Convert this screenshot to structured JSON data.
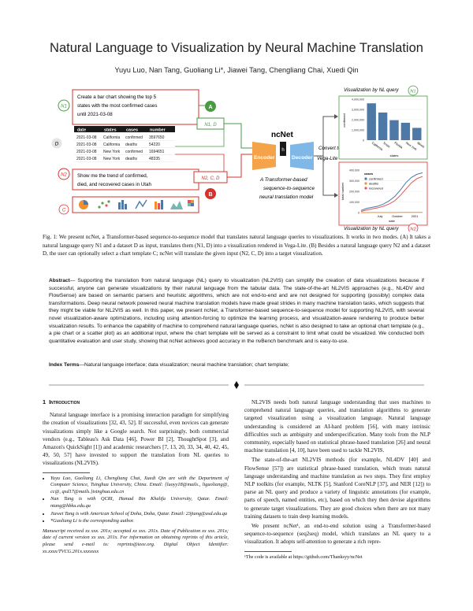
{
  "title": "Natural Language to Visualization by Neural Machine Translation",
  "authors": "Yuyu Luo, Nan Tang, Guoliang Li*, Jiawei Tang, Chengliang Chai, Xuedi Qin",
  "figure": {
    "nl1_query": [
      "Create a bar chart showing the top 5",
      "states with the most confirmed cases",
      "until 2021-03-08"
    ],
    "nl1_badge": "N1",
    "nl2_query": [
      "Show me the trend of confirmed,",
      "died, and recovered cases in Utah"
    ],
    "nl2_badge": "N2",
    "table_label": "D",
    "template_label": "C",
    "mode_a": "A",
    "mode_b": "B",
    "box_a": "N1, D",
    "box_b": "N2, C, D",
    "table": {
      "headers": [
        "date",
        "states",
        "cases",
        "number"
      ],
      "rows": [
        [
          "2021-03-08",
          "California",
          "confirmed",
          "3597650"
        ],
        [
          "2021-03-08",
          "California",
          "deaths",
          "54220"
        ],
        [
          "2021-03-08",
          "New York",
          "confirmed",
          "1694651"
        ],
        [
          "2021-03-08",
          "New York",
          "deaths",
          "48335"
        ]
      ]
    },
    "model_name": "ncNet",
    "encoder": "Encoder",
    "decoder": "Decoder",
    "h_label": "h",
    "model_desc": [
      "A Transformer-based",
      "sequence-to-sequence",
      "neural translation model"
    ],
    "convert_label": [
      "Convert to",
      "Vega-Lite"
    ],
    "vis_by_nl_top": "Visualization by NL query",
    "vis_by_nl_bottom": "Visualization by NL query"
  },
  "chart_data": [
    {
      "type": "bar",
      "title": "",
      "xlabel": "states",
      "ylabel": "confirmed",
      "categories": [
        "California",
        "Texas",
        "Florida",
        "New York",
        "Illinois"
      ],
      "values": [
        3600000,
        2700000,
        1950000,
        1700000,
        1200000
      ],
      "yticks": [
        "4,000,000",
        "3,000,000",
        "2,000,000",
        "1,000,000",
        "0"
      ],
      "ylim": [
        0,
        4000000
      ],
      "color": "#4e79a7"
    },
    {
      "type": "line",
      "title": "",
      "xlabel": "date",
      "ylabel": "total number",
      "legend_title": "cases",
      "x_ticks": [
        "July",
        "October",
        "2021"
      ],
      "yticks": [
        "400,000",
        "300,000",
        "200,000",
        "100,000",
        "0"
      ],
      "ylim": [
        0,
        400000
      ],
      "series": [
        {
          "name": "confirmed",
          "color": "#4e79a7",
          "values": [
            20000,
            40000,
            50000,
            60000,
            80000,
            110000,
            150000,
            210000,
            280000,
            330000,
            360000,
            375000
          ]
        },
        {
          "name": "deaths",
          "color": "#f28e2b",
          "values": [
            200,
            400,
            500,
            600,
            800,
            1000,
            1200,
            1500,
            1700,
            1900,
            2000,
            2100
          ]
        },
        {
          "name": "recovered",
          "color": "#e15759",
          "values": [
            10000,
            25000,
            35000,
            45000,
            60000,
            80000,
            110000,
            160000,
            220000,
            280000,
            320000,
            340000
          ]
        }
      ]
    }
  ],
  "caption": {
    "p1": "Fig. 1: We present ncNet, a Transformer-based sequence-to-sequence model that translates natural language queries to visualizations. It works in two modes. (A) It takes a natural language query N1 and a dataset D as input, translates them (N1, D) into a visualization rendered in Vega-Lite. (B) Besides a natural language query N2 and a dataset D, the user can optionally select a chart template C; ncNet will translate the given input (N2, C, D) into a target visualization."
  },
  "abstract": {
    "label": "Abstract",
    "text": "— Supporting the translation from natural language (NL) query to visualization (NL2VIS) can simplify the creation of data visualizations because if successful, anyone can generate visualizations by their natural language from the tabular data. The state-of-the-art NL2VIS approaches (e.g., NL4DV and FlowSense) are based on semantic parsers and heuristic algorithms, which are not end-to-end and are not designed for supporting (possibly) complex data transformations. Deep neural network powered neural machine translation models have made great strides in many machine translation tasks, which suggests that they might be viable for NL2VIS as well. In this paper, we present ncNet, a Transformer-based sequence-to-sequence model for supporting NL2VIS, with several novel visualization-aware optimizations, including using attention-forcing to optimize the learning process, and visualization-aware rendering to produce better visualization results. To enhance the capability of machine to comprehend natural language queries, ncNet is also designed to take an optional chart template (e.g., a pie chart or a scatter plot) as an additional input, where the chart template will be served as a constraint to limit what could be visualized. We conducted both quantitative evaluation and user study, showing that ncNet achieves good accuracy in the nvBench benchmark and is easy-to-use."
  },
  "index_terms": {
    "label": "Index Terms",
    "text": "—Natural language interface; data visualization; neural machine translation; chart template;"
  },
  "section1": {
    "number": "1",
    "title": "Introduction",
    "p1": "Natural language interface is a promising interaction paradigm for simplifying the creation of visualizations [32, 43, 52]. If successful, even novices can generate visualizations simply like a Google search. Not surprisingly, both commercial vendors (e.g., Tableau's Ask Data [46], Power BI [2], ThoughtSpot [3], and Amazon's QuickSight [1]) and academic researchers [7, 13, 20, 33, 34, 40, 42, 45, 49, 50, 57] have invested to support the translation from NL queries to visualizations (NL2VIS)."
  },
  "affiliations": [
    "Yuyu Luo, Guoliang Li, Chengliang Chai, Xuedi Qin are with the Department of Computer Science, Tsinghua University, China. Email: {luoyy18@mails., liguoliang@, cc@, qxd17@mails.}tsinghua.edu.cn",
    "Nan Tang is with QCRI, Hamad Bin Khalifa University, Qatar. Email: ntang@hbku.edu.qa",
    "Jiawei Tang is with American School of Doha, Doha, Qatar. Email: 23jtang@asd.edu.qa",
    "*Guoliang Li is the corresponding author."
  ],
  "manuscript": "Manuscript received xx xxx. 201x; accepted xx xxx. 201x. Date of Publication xx xxx. 201x; date of current version xx xxx. 201x. For information on obtaining reprints of this article, please send e-mail to: reprints@ieee.org. Digital Object Identifier: xx.xxxx/TVCG.201x.xxxxxxx",
  "right_col": {
    "p1": "NL2VIS needs both natural language understanding that uses machines to comprehend natural language queries, and translation algorithms to generate targeted visualization using a visualization language. Natural language understanding is considered an AI-hard problem [56], with many intrinsic difficulties such as ambiguity and underspecification. Many tools from the NLP community, especially based on statistical phrase-based translation [26] and neural machine translation [4, 10], have been used to tackle NL2VIS.",
    "p2": "The state-of-the-art NL2VIS methods (for example, NL4DV [40] and FlowSense [57]) are statistical phrase-based translation, which treats natural language understanding and machine translation as two steps. They first employ NLP toolkits (for example, NLTK [5], Stanford CoreNLP [37], and NER [12]) to parse an NL query and produce a variety of linguistic annotations (for example, parts of speech, named entities, etc), based on which they then devise algorithms to generate target visualizations. They are good choices when there are not many training datasets to train deep learning models.",
    "p3": "We present ncNet¹, an end-to-end solution using a Transformer-based sequence-to-sequence (seq2seq) model, which translates an NL query to a visualization. It adopts self-attention to generate a rich repre-",
    "footnote": "¹The code is available at https://github.com/Thanksyy/ncNet"
  }
}
